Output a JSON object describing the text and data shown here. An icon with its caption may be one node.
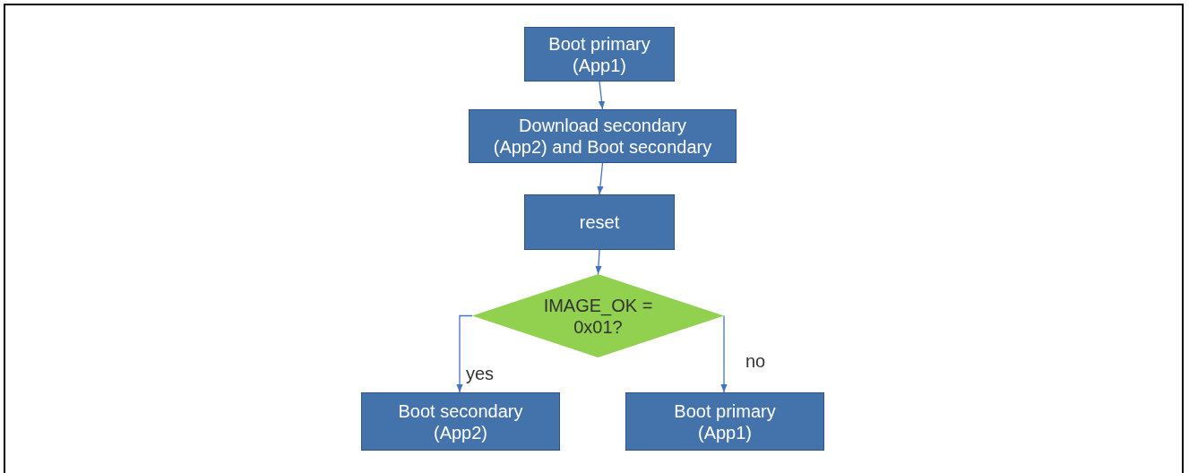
{
  "diagram": {
    "nodes": [
      {
        "text": [
          "Boot primary (App1)"
        ]
      },
      {
        "text": [
          "Download secondary (App2) and Boot secondary"
        ]
      },
      {
        "text": [
          "reset"
        ]
      },
      {
        "text": [
          "IMAGE_OK = 0x01?"
        ]
      },
      {
        "text": [
          "Boot secondary (App2)"
        ]
      },
      {
        "text": [
          "Boot primary (App1)"
        ]
      }
    ],
    "edges": [
      {
        "from": 0,
        "to": 1,
        "arrow": "to"
      },
      {
        "from": 1,
        "to": 2,
        "arrow": "to"
      },
      {
        "from": 2,
        "to": 3,
        "arrow": "to"
      },
      {
        "from": 3,
        "to": 4,
        "arrow": "to",
        "label": "yes"
      },
      {
        "from": 3,
        "to": 5,
        "arrow": "to",
        "label": "no"
      }
    ]
  }
}
